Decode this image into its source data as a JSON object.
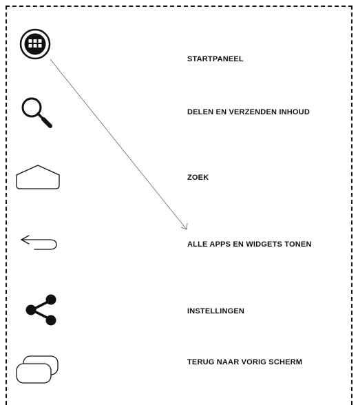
{
  "labels": [
    "STARTPANEEL",
    "DELEN EN VERZENDEN INHOUD",
    "ZOEK",
    "ALLE APPS EN WIDGETS TONEN",
    "INSTELLINGEN",
    "TERUG NAAR VORIG SCHERM"
  ],
  "icons": [
    "apps-grid-icon",
    "search-icon",
    "home-icon",
    "back-arrow-icon",
    "share-icon",
    "recent-apps-icon"
  ],
  "colors": {
    "ink": "#111111",
    "background": "#ffffff"
  }
}
